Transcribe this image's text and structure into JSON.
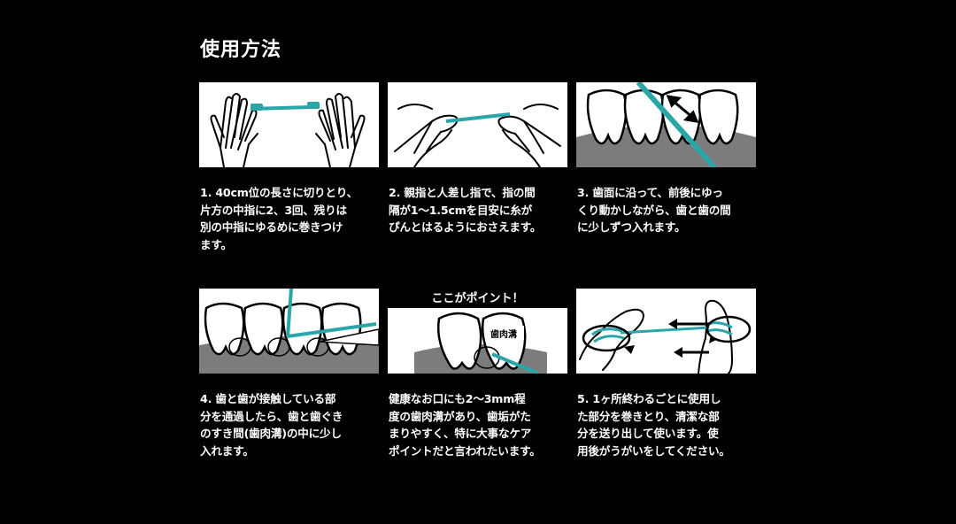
{
  "title": "使用方法",
  "highlight_label": "ここがポイント！",
  "tooth_label": "歯肉溝",
  "colors": {
    "background": "#000000",
    "text": "#ffffff",
    "floss": "#2aa6a8",
    "gum": "#7c7c7c"
  },
  "steps": [
    {
      "caption": "1. 40cm位の長さに切りとり、\n片方の中指に2、3回、残りは\n別の中指にゆるめに巻きつけ\nます。"
    },
    {
      "caption": "2. 親指と人差し指で、指の間\n隔が1〜1.5cmを目安に糸が\nぴんとはるようにおさえます。"
    },
    {
      "caption": "3. 歯面に沿って、前後にゆっ\nくり動かしながら、歯と歯の間\nに少しずつ入れます。"
    },
    {
      "caption": "4. 歯と歯が接触している部\n分を通過したら、歯と歯ぐき\nのすき間(歯肉溝)の中に少し\n入れます。"
    },
    {
      "caption": "健康なお口にも2〜3mm程\n度の歯肉溝があり、歯垢がた\nまりやすく、特に大事なケア\nポイントだと言われたいます。"
    },
    {
      "caption": "5. 1ヶ所終わるごとに使用し\nた部分を巻きとり、清潔な部\n分を送り出して使います。使\n用後がうがいをしてください。"
    }
  ]
}
